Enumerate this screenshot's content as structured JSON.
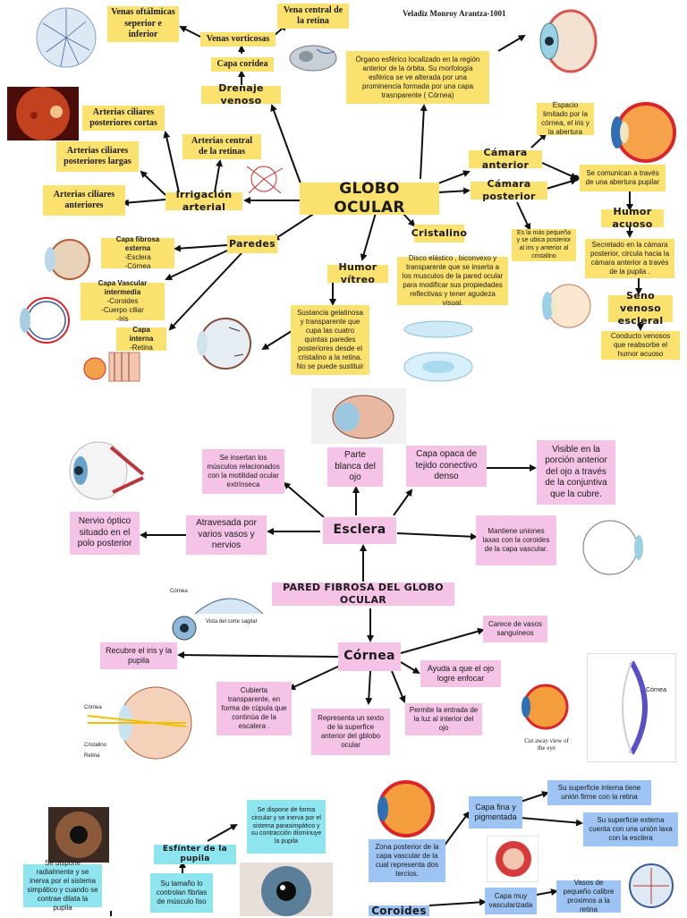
{
  "author": "Veladiz Monroy Arantza-1001",
  "map1": {
    "center": "GLOBO OCULAR",
    "description": "Órgano esférico localizado en la región anterior de la órbita. Su morfología esférica se ve alterada por una prominencia formada por una capa trasnparente ( Córnea)",
    "irrigacion": "Irrigación arterial",
    "ciliares_anteriores": "Arterias ciliares anteriores",
    "ciliares_largas": "Arterias ciliares posteriores largas",
    "ciliares_cortas": "Arterias ciliares posteriores cortas",
    "central_retina_art": "Arterias central de la retinas",
    "drenaje": "Drenaje venoso",
    "capa_coridea": "Capa coridea",
    "venas_vorticosas": "Venas vorticosas",
    "venas_oftalmicas": "Venas oftálmicas seperior e inferior",
    "vena_central": "Vena central de la retina",
    "camara_anterior": "Cámara anterior",
    "camara_anterior_desc": "Espacio limitado por la córnea, el iris y la abertura",
    "camara_posterior": "Cámara posterior",
    "camara_posterior_desc": "Es la más pequeña y se ubica posterior al iris y anterior al cristalino",
    "comunican": "Se comunican a través de una abertura pupilar",
    "humor_acuoso": "Humor acuoso",
    "humor_acuoso_desc": "Secretado en la cámara posterior, circula hacia la cámara anterior a través de la pupila .",
    "seno_venoso": "Seno venoso escleral",
    "conducto": "Conducto venosos que reabsorbe el humor acuoso",
    "cristalino": "Cristalino",
    "cristalino_desc": "Disco elástico , biconvexo y transparente que se inserta a los musculos de la pared ocular para modificar sus propiedades reflectivas y tener agudeza visual.",
    "humor_vitreo": "Humor vítreo",
    "humor_vitreo_desc": "Sustancia gelatinosa y transparente que cupa las cuatro quintas paredes posteriores desde el cristalino a la retina. No se puede sustituir",
    "paredes": "Paredes",
    "capa_fibrosa": "Capa fibrosa externa",
    "capa_fibrosa_items": "-Esclera\n-Córnea",
    "capa_vascular": "Capa Vascular intermedia",
    "capa_vascular_items": "-Coroides\n-Cuerpo ciliar\n-Iris",
    "capa_interna": "Capa interna",
    "capa_interna_items": "-Retina"
  },
  "map2": {
    "center": "PARED FIBROSA DEL GLOBO OCULAR",
    "esclera": "Esclera",
    "esclera_musculos": "Se insertan los músculos relacionados con la motilidad ocular extrínseca",
    "esclera_blanca": "Parte blanca del ojo",
    "esclera_opaca": "Capa opaca de tejido conectivo denso",
    "esclera_visible": "Visible en la porción anterior del ojo a través de la conjuntiva que la cubre.",
    "esclera_uniones": "Mantiene uniones laxas con la coroides de la capa vascular.",
    "esclera_atravesada": "Atravesada por varios vasos y nervios",
    "esclera_nervio": "Nervio óptico situado en el polo posterior",
    "cornea": "Córnea",
    "cornea_recubre": "Recubre el iris y la pupila",
    "cornea_vasos": "Carece de vasos sanguíneos",
    "cornea_enfocar": "Ayuda a que el ojo logre enfocar",
    "cornea_luz": "Permite la entrada de la luz al interior del ojo",
    "cornea_sexto": "Representa un sexto de la superfice anterior del gblobo ocular",
    "cornea_cubierta": "Cubierta transparente, en forma de cúpula que continúa de la escalera ."
  },
  "map3": {
    "esfinter": "Esfínter de la pupila",
    "esfinter_desc": "Se dispone de forma circular y se inerva por el sistema parasimpático y su contracción disminuye la pupila",
    "dilatador_desc": "Se dispone radialmente y se inerva por el sistema simpático y cuando se contrae dilata la pupila",
    "tamano": "Su tamaño lo controlan fibrlas de músculo liso",
    "coroides": "Coroides",
    "zona_posterior": "Zona posterior de la capa vascular de la cual representa dos tercios.",
    "capa_fina": "Capa fina y pigmentada",
    "sup_interna": "Su superficie interna tiene unión firme con la retina",
    "sup_externa": "Su superficie externa cuenta con una unión laxa con la esclera",
    "vascularizada": "Capa muy vascularizada",
    "vasos_pequenos": "Vasos de pequeño calibre proximos a la retina"
  },
  "figure_labels": {
    "cornea_cut": "Córnea",
    "cut_away": "Cut away view of the eye",
    "cristalino_lbl": "Cristalino",
    "retina_lbl": "Retina",
    "cornea_lbl": "Córnea",
    "vista": "Vista del corte sagital"
  },
  "colors": {
    "yellow": "#fbe26e",
    "pink": "#f4c3e6",
    "cyan": "#8ee4ef",
    "blue": "#9dc4f3"
  }
}
